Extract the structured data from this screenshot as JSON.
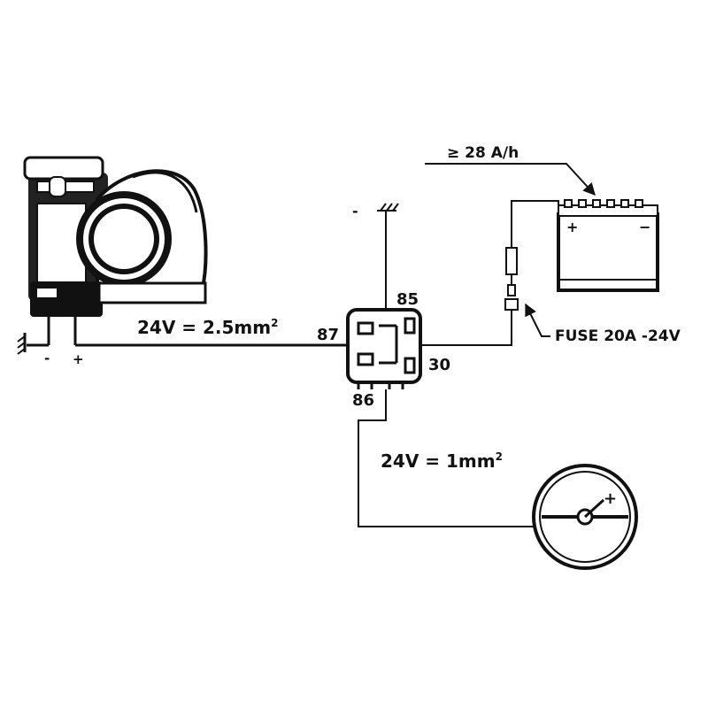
{
  "horn": {
    "minus_label": "-",
    "plus_label": "+"
  },
  "wires": {
    "horn_wire_spec_main": "24V = 2.5mm",
    "horn_wire_spec_sup": "2",
    "switch_wire_spec_main": "24V = 1mm",
    "switch_wire_spec_sup": "2"
  },
  "ground": {
    "minus_label": "-"
  },
  "relay": {
    "pin_85": "85",
    "pin_87": "87",
    "pin_30": "30",
    "pin_86": "86"
  },
  "battery": {
    "capacity_label": "≥ 28 A/h",
    "plus_label": "+",
    "minus_label": "−"
  },
  "fuse": {
    "label": "FUSE 20A -24V"
  },
  "switch": {
    "plus_label": "+"
  },
  "colors": {
    "ink": "#111111",
    "background": "#ffffff"
  }
}
